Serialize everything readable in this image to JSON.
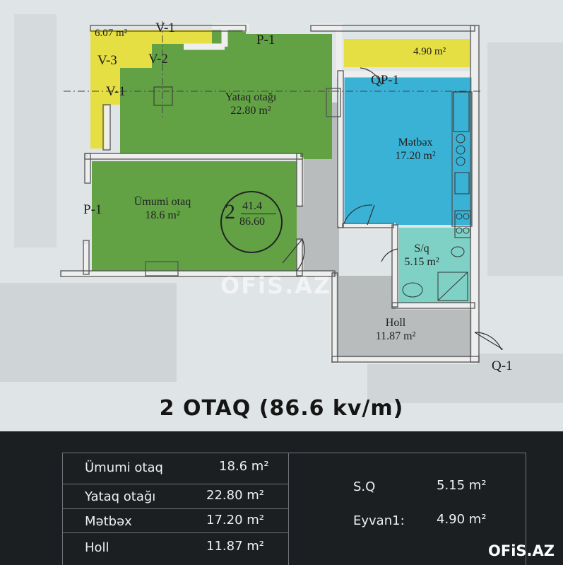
{
  "plan": {
    "labels": {
      "balcony_area_left": "6.07 m²",
      "v1_top": "V-1",
      "v3": "V-3",
      "v2": "V-2",
      "v1_mid": "V-1",
      "p1_top": "P-1",
      "p1_left": "P-1",
      "balcony_area_right": "4.90 m²",
      "qp1": "QP-1",
      "q1": "Q-1"
    },
    "rooms": {
      "bedroom": {
        "name": "Yataq otağı",
        "area": "22.80 m²"
      },
      "living": {
        "name": "Ümumi otaq",
        "area": "18.6 m²"
      },
      "kitchen": {
        "name": "Mətbəx",
        "area": "17.20 m²"
      },
      "bath": {
        "name": "S/q",
        "area": "5.15 m²"
      },
      "hall": {
        "name": "Holl",
        "area": "11.87 m²"
      }
    },
    "badge": {
      "rooms": "2",
      "living_area": "41.4",
      "total_area": "86.60"
    },
    "watermark": "OFiS.AZ",
    "colors": {
      "green": "#62a245",
      "yellow": "#e6df44",
      "blue": "#3ab2d6",
      "teal": "#7fd1c5",
      "gray": "#b8bcbd"
    }
  },
  "caption": "2 OTAQ (86.6 kv/m)",
  "table": {
    "rows": [
      {
        "name": "Ümumi otaq",
        "value": "18.6 m²"
      },
      {
        "name": "Yataq otağı",
        "value": "22.80 m²"
      },
      {
        "name": "Mətbəx",
        "value": "17.20 m²"
      },
      {
        "name": "Holl",
        "value": "11.87 m²"
      }
    ],
    "right_rows": [
      {
        "name": "S.Q",
        "value": "5.15 m²"
      },
      {
        "name": "Eyvan1:",
        "value": "4.90 m²"
      }
    ]
  },
  "corner_logo": "OFiS.AZ"
}
